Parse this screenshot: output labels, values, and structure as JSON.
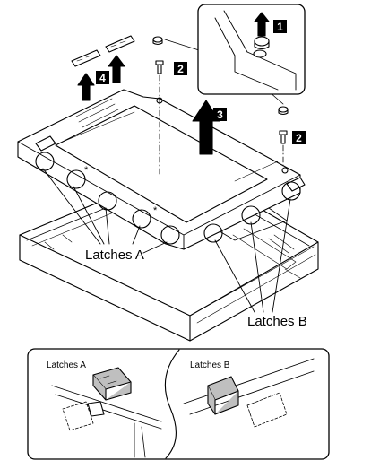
{
  "steps": {
    "s1": "1",
    "s2a": "2",
    "s2b": "2",
    "s3": "3",
    "s4": "4"
  },
  "labels": {
    "latches_a": "Latches A",
    "latches_b": "Latches B"
  },
  "detail": {
    "latches_a": "Latches A",
    "latches_b": "Latches B"
  },
  "colors": {
    "stroke": "#000000",
    "badge_bg": "#000000",
    "badge_text": "#ffffff",
    "latch_fill": "#bfbfbf"
  }
}
